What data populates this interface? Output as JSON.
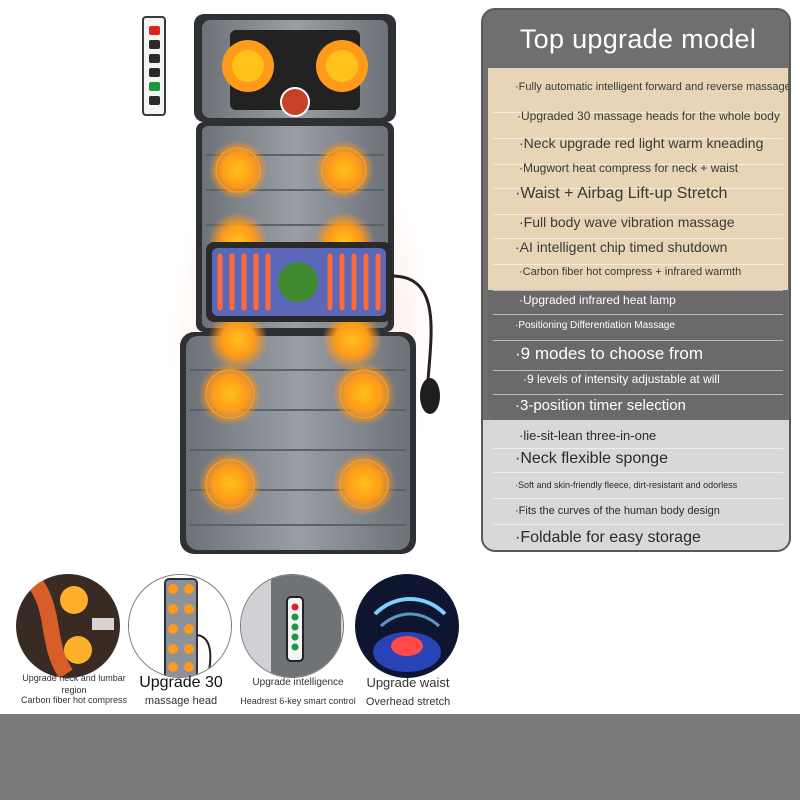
{
  "features": {
    "title": "Top upgrade model",
    "items": [
      "·Fully automatic intelligent forward and reverse massage",
      "·Upgraded 30 massage heads for the whole body",
      "·Neck upgrade red light warm kneading",
      "·Mugwort heat compress for neck + waist",
      "·Waist + Airbag Lift-up Stretch",
      "·Full body wave vibration massage",
      "·AI intelligent chip timed shutdown",
      "·Carbon fiber hot compress + infrared warmth",
      "·Upgraded infrared heat lamp",
      "·Positioning Differentiation Massage",
      "·9 modes to choose from",
      "·9 levels of intensity adjustable at will",
      "·3-position timer selection",
      "·lie-sit-lean three-in-one",
      "·Neck flexible sponge",
      "·Soft and skin-friendly fleece, dirt-resistant and odorless",
      "·Fits the curves of the human body design",
      "·Foldable for easy storage"
    ]
  },
  "thumbnails": [
    {
      "icon": "neck-lumbar-heat-icon",
      "caption_top": "Upgrade neck and lumbar region",
      "caption_bottom": "Carbon fiber hot compress"
    },
    {
      "icon": "massage-mat-icon",
      "caption_top": "Upgrade 30",
      "caption_bottom": "massage head"
    },
    {
      "icon": "remote-control-icon",
      "caption_top": "Upgrade intelligence",
      "caption_bottom": "Headrest 6-key smart control"
    },
    {
      "icon": "waist-airbag-icon",
      "caption_top": "Upgrade waist",
      "caption_bottom": "Overhead stretch"
    }
  ],
  "colors": {
    "panel_gray": "#6f6f6f",
    "panel_tan": "#e8d5b5",
    "panel_light": "#d8d8d8",
    "heat_orange": "#ff9a1a",
    "mat_gray": "#8d9198",
    "band_gray": "#7a7a7a"
  }
}
